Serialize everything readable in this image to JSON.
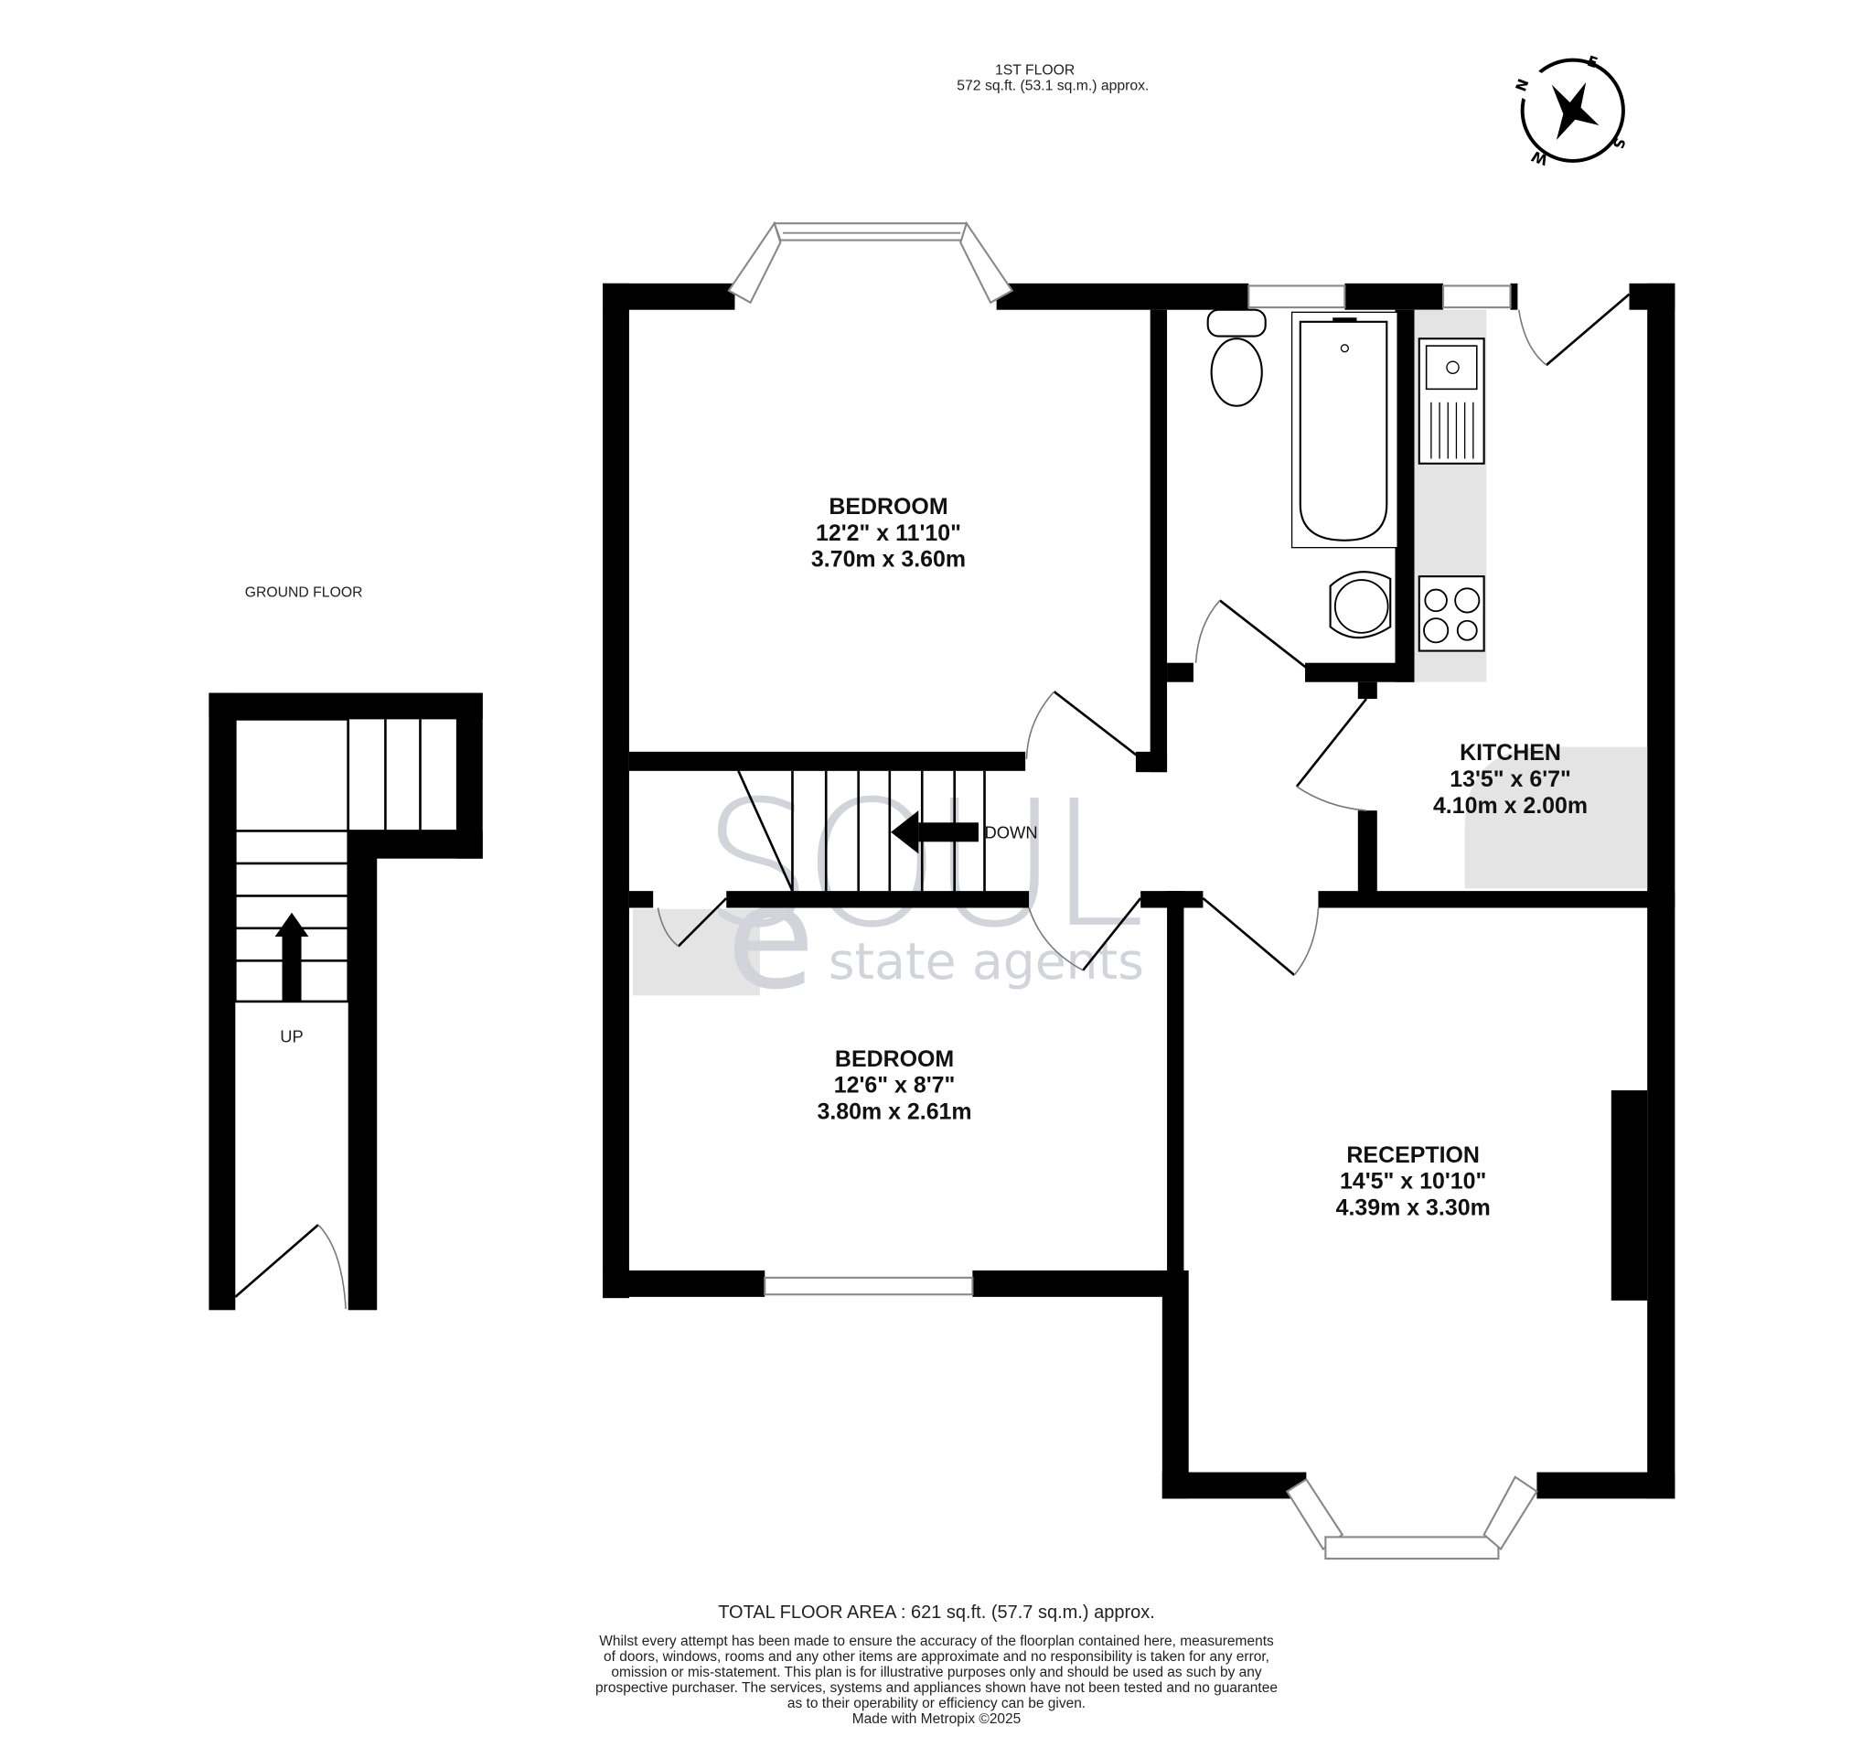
{
  "header": {
    "floor_title": "1ST FLOOR",
    "floor_area": "572 sq.ft. (53.1 sq.m.) approx."
  },
  "ground_floor": {
    "title": "GROUND FLOOR",
    "stair_label": "UP"
  },
  "compass": {
    "icon": "compass-rose-icon",
    "n": "N",
    "e": "E",
    "s": "S",
    "w": "W"
  },
  "stairs": {
    "label": "DOWN"
  },
  "rooms": [
    {
      "name": "BEDROOM",
      "imperial": "12'2\"  x 11'10\"",
      "metric": "3.70m  x 3.60m"
    },
    {
      "name": "BEDROOM",
      "imperial": "12'6\"  x 8'7\"",
      "metric": "3.80m  x 2.61m"
    },
    {
      "name": "KITCHEN",
      "imperial": "13'5\"  x 6'7\"",
      "metric": "4.10m  x 2.00m"
    },
    {
      "name": "RECEPTION",
      "imperial": "14'5\"  x 10'10\"",
      "metric": "4.39m  x 3.30m"
    }
  ],
  "watermark": {
    "brand": "SOUL",
    "tagline": "state agents",
    "letter": "e"
  },
  "footer": {
    "total_area": "TOTAL FLOOR AREA : 621 sq.ft. (57.7 sq.m.) approx.",
    "disclaimer_lines": [
      "Whilst every attempt has been made to ensure the accuracy of the floorplan contained here, measurements",
      "of doors, windows, rooms and any other items are approximate and no responsibility is taken for any error,",
      "omission or mis-statement. This plan is for illustrative purposes only and should be used as such by any",
      "prospective purchaser. The services, systems and appliances shown have not been tested and no guarantee",
      "as to their operability or efficiency can be given."
    ],
    "credit": "Made with Metropix ©2025"
  },
  "colors": {
    "wall": "#000000",
    "worktop": "#e4e4e4",
    "watermark": "#d3d3db",
    "window_frame": "#888888"
  }
}
